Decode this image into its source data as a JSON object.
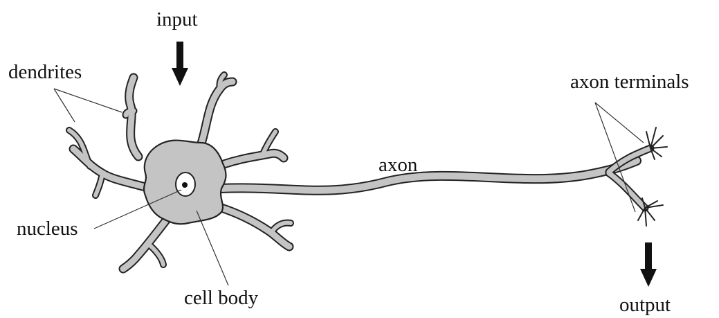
{
  "labels": {
    "input": "input",
    "dendrites": "dendrites",
    "nucleus": "nucleus",
    "cell_body": "cell body",
    "axon": "axon",
    "axon_terminals": "axon terminals",
    "output": "output"
  },
  "colors": {
    "cell_fill": "#c4c4c4",
    "outline": "#222222",
    "nucleus_fill": "#ffffff",
    "arrow": "#111111"
  },
  "icons": {
    "input_arrow": "arrow-down-icon",
    "output_arrow": "arrow-down-icon"
  }
}
